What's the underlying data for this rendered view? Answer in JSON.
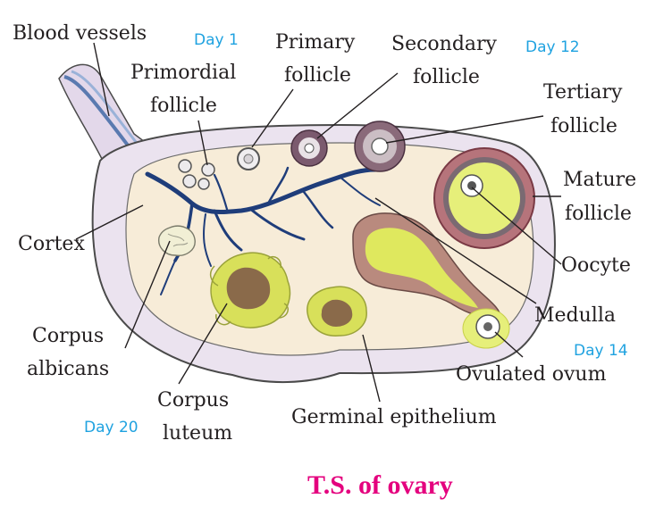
{
  "labels": {
    "blood_vessels": "Blood vessels",
    "primordial_follicle": [
      "Primordial",
      "follicle"
    ],
    "primary_follicle": [
      "Primary",
      "follicle"
    ],
    "secondary_follicle": [
      "Secondary",
      "follicle"
    ],
    "tertiary_follicle": [
      "Tertiary",
      "follicle"
    ],
    "mature_follicle": [
      "Mature",
      "follicle"
    ],
    "oocyte": "Oocyte",
    "cortex": "Cortex",
    "medulla": "Medulla",
    "corpus_albicans": [
      "Corpus",
      "albicans"
    ],
    "corpus_luteum": [
      "Corpus",
      "luteum"
    ],
    "ovulated_ovum": "Ovulated ovum",
    "germinal_epithelium": "Germinal epithelium"
  },
  "days": {
    "day_1": "Day 1",
    "day_12": "Day 12",
    "day_14": "Day 14",
    "day_20": "Day 20"
  },
  "title": "T.S. of ovary",
  "colors": {
    "outline": "#4a4a4a",
    "ovary_fill": "#ece3ee",
    "stroma": "#f7ecd8",
    "vessel": "#1f3d7a",
    "follicle_wall": "#7b5a6e",
    "luteum": "#d8e05a",
    "luteum_core": "#8a6a4a",
    "day_text": "#1fa2e0",
    "title_text": "#e4007e"
  }
}
